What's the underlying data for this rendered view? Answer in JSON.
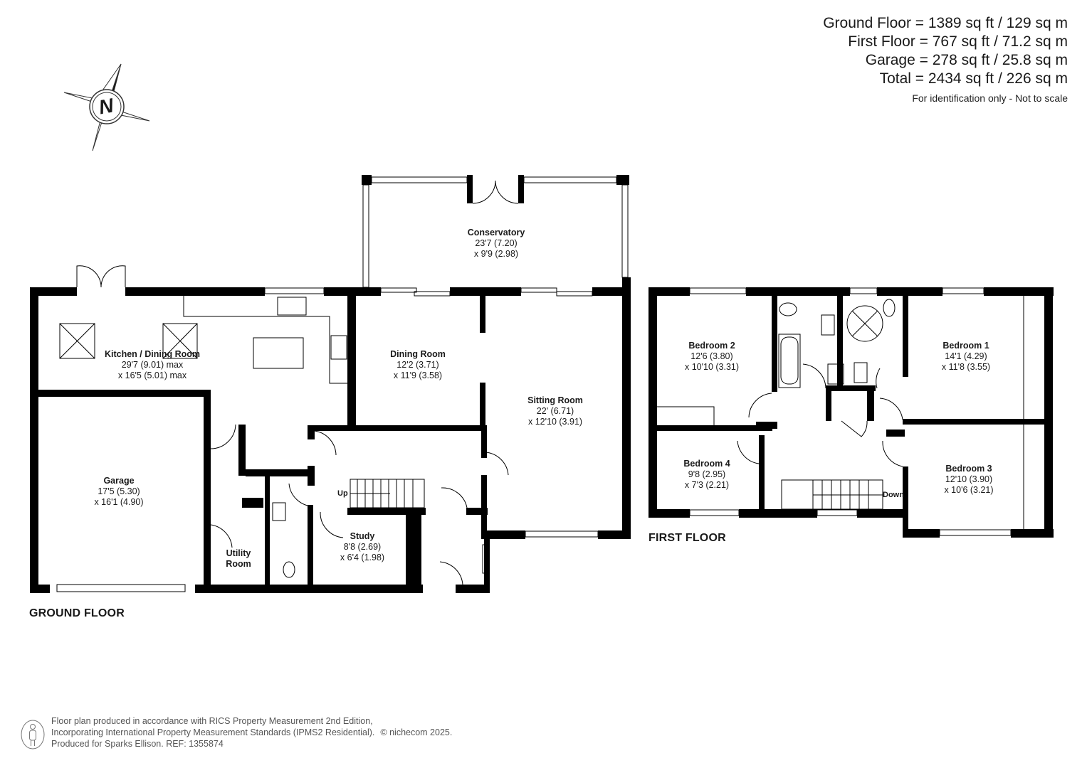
{
  "areas": {
    "ground_floor": "Ground Floor = 1389 sq ft / 129 sq m",
    "first_floor": "First Floor = 767 sq ft / 71.2 sq m",
    "garage": "Garage = 278 sq ft / 25.8 sq m",
    "total": "Total = 2434 sq ft / 226 sq m",
    "note": "For identification only - Not to scale"
  },
  "compass": {
    "letter": "N",
    "icon": "north-compass-icon"
  },
  "ground_floor": {
    "label": "GROUND FLOOR",
    "rooms": [
      {
        "name": "Kitchen / Dining Room",
        "dim1": "29'7 (9.01) max",
        "dim2": "x 16'5 (5.01) max"
      },
      {
        "name": "Conservatory",
        "dim1": "23'7 (7.20)",
        "dim2": "x 9'9 (2.98)"
      },
      {
        "name": "Dining Room",
        "dim1": "12'2 (3.71)",
        "dim2": "x 11'9 (3.58)"
      },
      {
        "name": "Sitting Room",
        "dim1": "22' (6.71)",
        "dim2": "x 12'10 (3.91)"
      },
      {
        "name": "Garage",
        "dim1": "17'5 (5.30)",
        "dim2": "x 16'1 (4.90)"
      },
      {
        "name": "Utility",
        "dim1": "Room",
        "dim2": ""
      },
      {
        "name": "Study",
        "dim1": "8'8 (2.69)",
        "dim2": "x 6'4 (1.98)"
      }
    ],
    "stairs_label": "Up"
  },
  "first_floor": {
    "label": "FIRST FLOOR",
    "rooms": [
      {
        "name": "Bedroom 2",
        "dim1": "12'6 (3.80)",
        "dim2": "x 10'10 (3.31)"
      },
      {
        "name": "Bedroom 1",
        "dim1": "14'1 (4.29)",
        "dim2": "x 11'8 (3.55)"
      },
      {
        "name": "Bedroom 4",
        "dim1": "9'8 (2.95)",
        "dim2": "x 7'3 (2.21)"
      },
      {
        "name": "Bedroom 3",
        "dim1": "12'10 (3.90)",
        "dim2": "x 10'6 (3.21)"
      }
    ],
    "stairs_label": "Down"
  },
  "footer": {
    "line1": "Floor plan produced in accordance with RICS Property Measurement 2nd Edition,",
    "line2": "Incorporating International Property Measurement Standards (IPMS2 Residential).",
    "copyright": "© nichecom 2025.",
    "line3": "Produced for Sparks Ellison.   REF: 1355874",
    "icon": "person-icon"
  }
}
